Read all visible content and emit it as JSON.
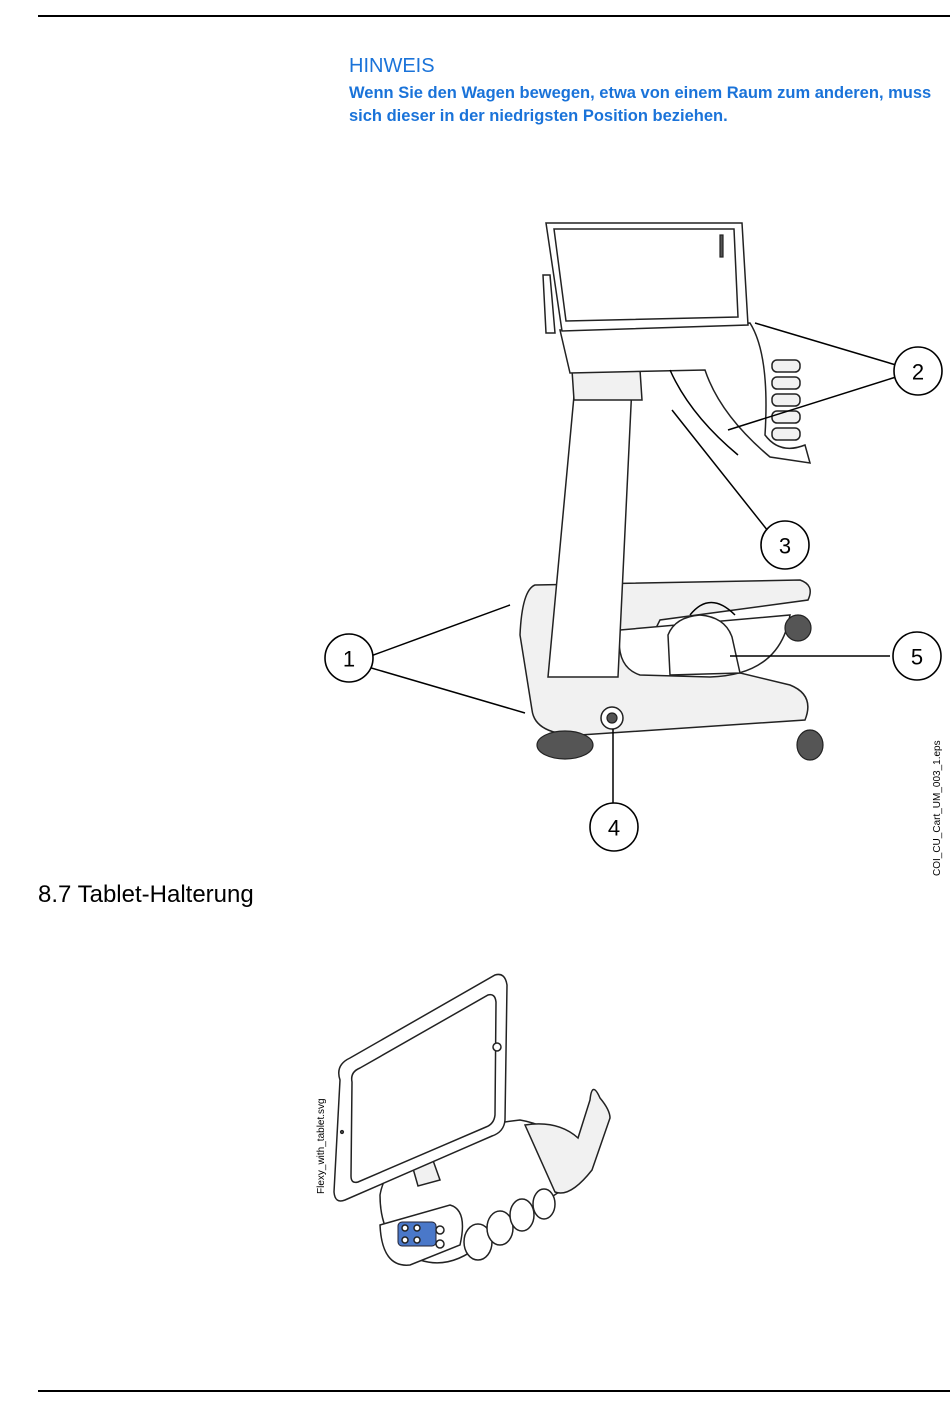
{
  "notice": {
    "title": "HINWEIS",
    "body": "Wenn Sie den Wagen bewegen, etwa von einem Raum zum anderen, muss sich dieser in der niedrigsten Position beziehen."
  },
  "figure1": {
    "file_label": "COI_CU_Cart_UM_003_1.eps",
    "callouts": [
      "1",
      "2",
      "3",
      "4",
      "5"
    ]
  },
  "section": {
    "heading": "8.7 Tablet-Halterung"
  },
  "figure2": {
    "file_label": "Flexy_with_tablet.svg"
  }
}
